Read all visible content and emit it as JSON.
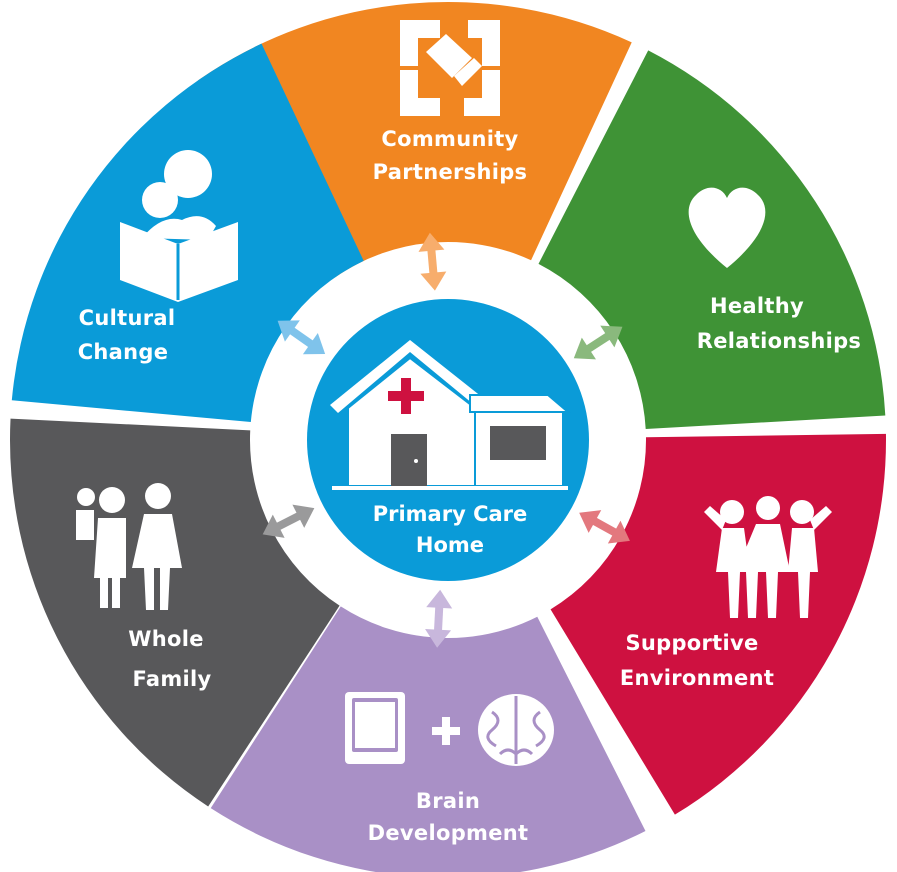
{
  "center": {
    "line1": "Primary Care",
    "line2": "Home",
    "color": "#0a9bd8",
    "icon": "house-with-red-cross-icon"
  },
  "segments": [
    {
      "id": "community",
      "line1": "Community",
      "line2": "Partnerships",
      "color": "#f18621",
      "arrow_color": "#f7ad6c",
      "icon": "joined-hands-icon"
    },
    {
      "id": "relationships",
      "line1": "Healthy",
      "line2": "Relationships",
      "color": "#3f9336",
      "arrow_color": "#8ab97d",
      "icon": "heart-icon"
    },
    {
      "id": "environment",
      "line1": "Supportive",
      "line2": "Environment",
      "color": "#ce1140",
      "arrow_color": "#e3787e",
      "icon": "group-of-people-icon"
    },
    {
      "id": "brain",
      "line1": "Brain",
      "line2": "Development",
      "color": "#a990c6",
      "arrow_color": "#c8b7dc",
      "icon": "book-plus-brain-icon"
    },
    {
      "id": "family",
      "line1": "Whole",
      "line2": "Family",
      "color": "#58585a",
      "arrow_color": "#9a9a9b",
      "icon": "family-icon"
    },
    {
      "id": "culture",
      "line1": "Cultural",
      "line2": "Change",
      "color": "#0a9bd8",
      "arrow_color": "#7fc3eb",
      "icon": "people-reading-book-icon"
    }
  ],
  "roof_cross_color": "#ce1140"
}
